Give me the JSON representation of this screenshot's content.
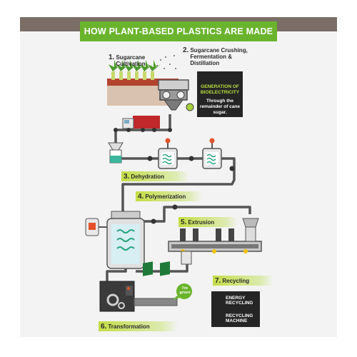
{
  "title": "HOW PLANT-BASED PLASTICS ARE MADE",
  "steps": [
    {
      "num": "1.",
      "label": "Sugarcane Cultivation"
    },
    {
      "num": "2.",
      "label": "Sugarcane Crushing, Fermentation & Distillation"
    },
    {
      "num": "3.",
      "label": "Dehydration"
    },
    {
      "num": "4.",
      "label": "Polymerization"
    },
    {
      "num": "5.",
      "label": "Extrusion"
    },
    {
      "num": "6.",
      "label": "Transformation"
    },
    {
      "num": "7.",
      "label": "Recycling"
    }
  ],
  "bioelectricity": {
    "heading": "GENERATION OF BIOELECTRICITY",
    "text": "Through the remainder of cane sugar."
  },
  "recycling": {
    "energy": "ENERGY RECYCLING",
    "machine": "RECYCLING MACHINE"
  },
  "bubble": "I'm green",
  "colors": {
    "accent_green": "#6ab42d",
    "label_lime": "#c4dd46",
    "top_bar": "#7a6e66",
    "truck_red": "#c0282c",
    "pipe": "#555555"
  }
}
